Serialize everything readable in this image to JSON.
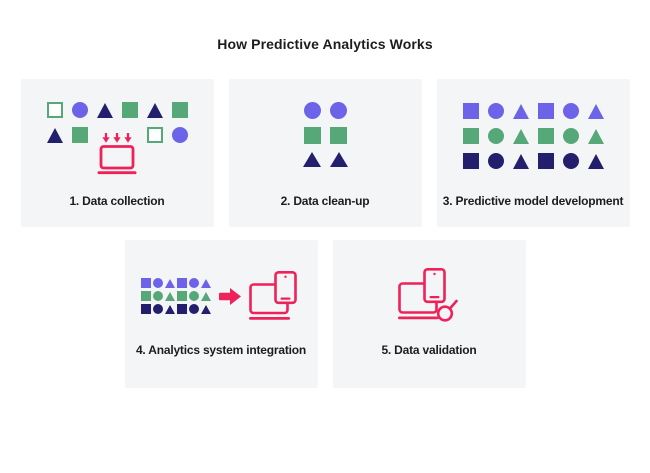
{
  "title": "How Predictive Analytics Works",
  "colors": {
    "purple": "#6C63E8",
    "green": "#57A878",
    "navy": "#241F6D",
    "pink": "#EF2159",
    "panel_bg": "#F4F5F7",
    "text": "#1D1D1D",
    "page_bg": "#FFFFFF"
  },
  "panels": [
    {
      "label": "1. Data collection",
      "icons": [
        "download-arrows-icon",
        "laptop-icon"
      ],
      "shapes": {
        "row1": [
          "square-outline:green",
          "circle:purple",
          "triangle:navy",
          "square:green",
          "triangle:navy",
          "square:green"
        ],
        "row2_left": [
          "triangle:navy",
          "square:green"
        ],
        "row2_right": [
          "square-outline:green",
          "circle:purple"
        ]
      }
    },
    {
      "label": "2. Data clean-up",
      "icons": [],
      "shapes": {
        "rows": [
          [
            "circle:purple",
            "circle:purple"
          ],
          [
            "square:green",
            "square:green"
          ],
          [
            "triangle:navy",
            "triangle:navy"
          ]
        ]
      }
    },
    {
      "label": "3. Predictive model development",
      "icons": [],
      "shapes": {
        "rows": [
          [
            "square:purple",
            "circle:purple",
            "triangle:purple",
            "square:purple",
            "circle:purple",
            "triangle:purple"
          ],
          [
            "square:green",
            "circle:green",
            "triangle:green",
            "square:green",
            "circle:green",
            "triangle:green"
          ],
          [
            "square:navy",
            "circle:navy",
            "triangle:navy",
            "square:navy",
            "circle:navy",
            "triangle:navy"
          ]
        ]
      }
    },
    {
      "label": "4. Analytics system integration",
      "icons": [
        "arrow-right-icon",
        "laptop-phone-icon"
      ],
      "shapes": {
        "rows": [
          [
            "square:purple",
            "circle:purple",
            "triangle:purple",
            "square:purple",
            "circle:purple",
            "triangle:purple"
          ],
          [
            "square:green",
            "circle:green",
            "triangle:green",
            "square:green",
            "circle:green",
            "triangle:green"
          ],
          [
            "square:navy",
            "circle:navy",
            "triangle:navy",
            "square:navy",
            "circle:navy",
            "triangle:navy"
          ]
        ]
      }
    },
    {
      "label": "5. Data validation",
      "icons": [
        "laptop-phone-magnifier-icon"
      ],
      "shapes": null
    }
  ]
}
